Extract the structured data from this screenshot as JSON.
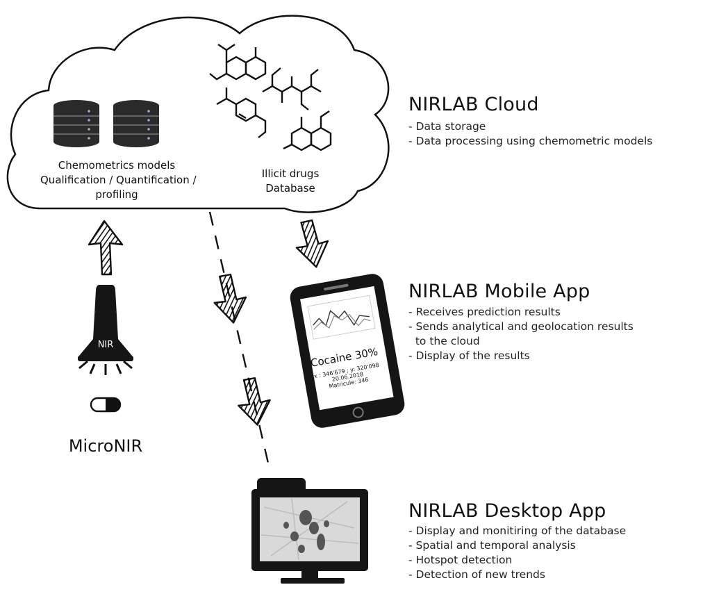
{
  "cloud": {
    "models_label": [
      "Chemometrics models",
      "Qualification / Quantification /",
      "profiling"
    ],
    "drugs_label": [
      "Illicit drugs",
      "Database"
    ]
  },
  "micronir": {
    "device_label": "NIR",
    "name": "MicroNIR"
  },
  "phone": {
    "result": "Cocaine 30%",
    "details": [
      "x : 346'679 ; y: 320'098",
      "20.06.2018",
      "Matricule: 346"
    ]
  },
  "sections": [
    {
      "title": "NIRLAB Cloud",
      "items": [
        "- Data storage",
        "- Data processing using chemometric models"
      ]
    },
    {
      "title": "NIRLAB Mobile App",
      "items": [
        "- Receives prediction results",
        "- Sends analytical and geolocation results",
        "  to the cloud",
        "- Display of the results"
      ]
    },
    {
      "title": "NIRLAB Desktop App",
      "items": [
        "- Display and monitiring of the database",
        "- Spatial and temporal analysis",
        "- Hotspot detection",
        "- Detection of new trends"
      ]
    }
  ]
}
